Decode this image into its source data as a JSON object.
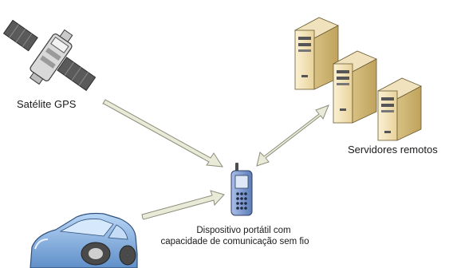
{
  "labels": {
    "satellite": "Satélite GPS",
    "servers": "Servidores remotos",
    "device_line1": "Dispositivo portátil com",
    "device_line2": "capacidade de comunicação sem fio"
  },
  "colors": {
    "arrow_fill": "#e9ebd8",
    "arrow_stroke": "#8c8e7a",
    "server_body": "#f2e2b8",
    "car_body": "#8fb8e6",
    "phone_body": "#8ea7d6"
  },
  "icons": [
    "satellite-icon",
    "server-icon",
    "phone-icon",
    "car-icon"
  ]
}
